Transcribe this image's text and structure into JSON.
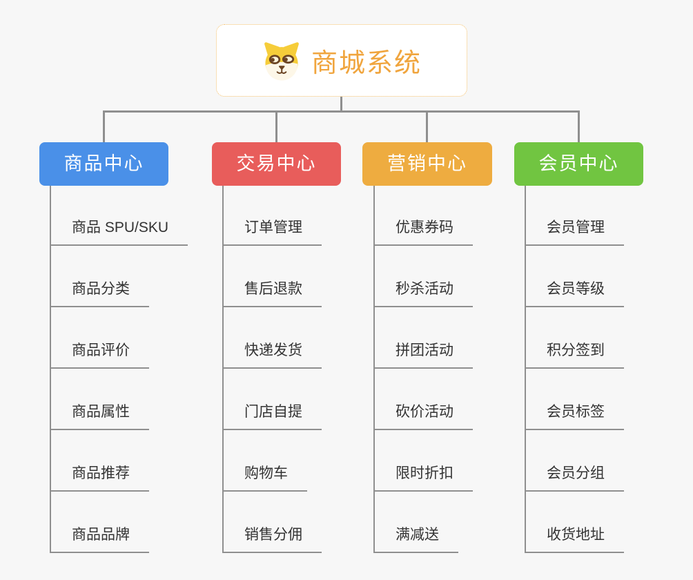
{
  "canvas": {
    "bg": "#F7F7F7"
  },
  "connector": {
    "color": "#8F8F8F"
  },
  "root": {
    "label": "商城系统",
    "icon": "shiba-dog-icon",
    "text_color": "#F0A53E",
    "border_color": "#F4C06A",
    "bg": "#FFFFFF"
  },
  "branches": [
    {
      "label": "商品中心",
      "color": "#4A90E8",
      "text_color": "#FFFFFF",
      "children": [
        "商品 SPU/SKU",
        "商品分类",
        "商品评价",
        "商品属性",
        "商品推荐",
        "商品品牌"
      ]
    },
    {
      "label": "交易中心",
      "color": "#E85D5B",
      "text_color": "#FFFFFF",
      "children": [
        "订单管理",
        "售后退款",
        "快递发货",
        "门店自提",
        "购物车",
        "销售分佣"
      ]
    },
    {
      "label": "营销中心",
      "color": "#EEAC40",
      "text_color": "#FFFFFF",
      "children": [
        "优惠券码",
        "秒杀活动",
        "拼团活动",
        "砍价活动",
        "限时折扣",
        "满减送"
      ]
    },
    {
      "label": "会员中心",
      "color": "#71C541",
      "text_color": "#FFFFFF",
      "children": [
        "会员管理",
        "会员等级",
        "积分签到",
        "会员标签",
        "会员分组",
        "收货地址"
      ]
    }
  ],
  "leaf_text_color": "#333333"
}
